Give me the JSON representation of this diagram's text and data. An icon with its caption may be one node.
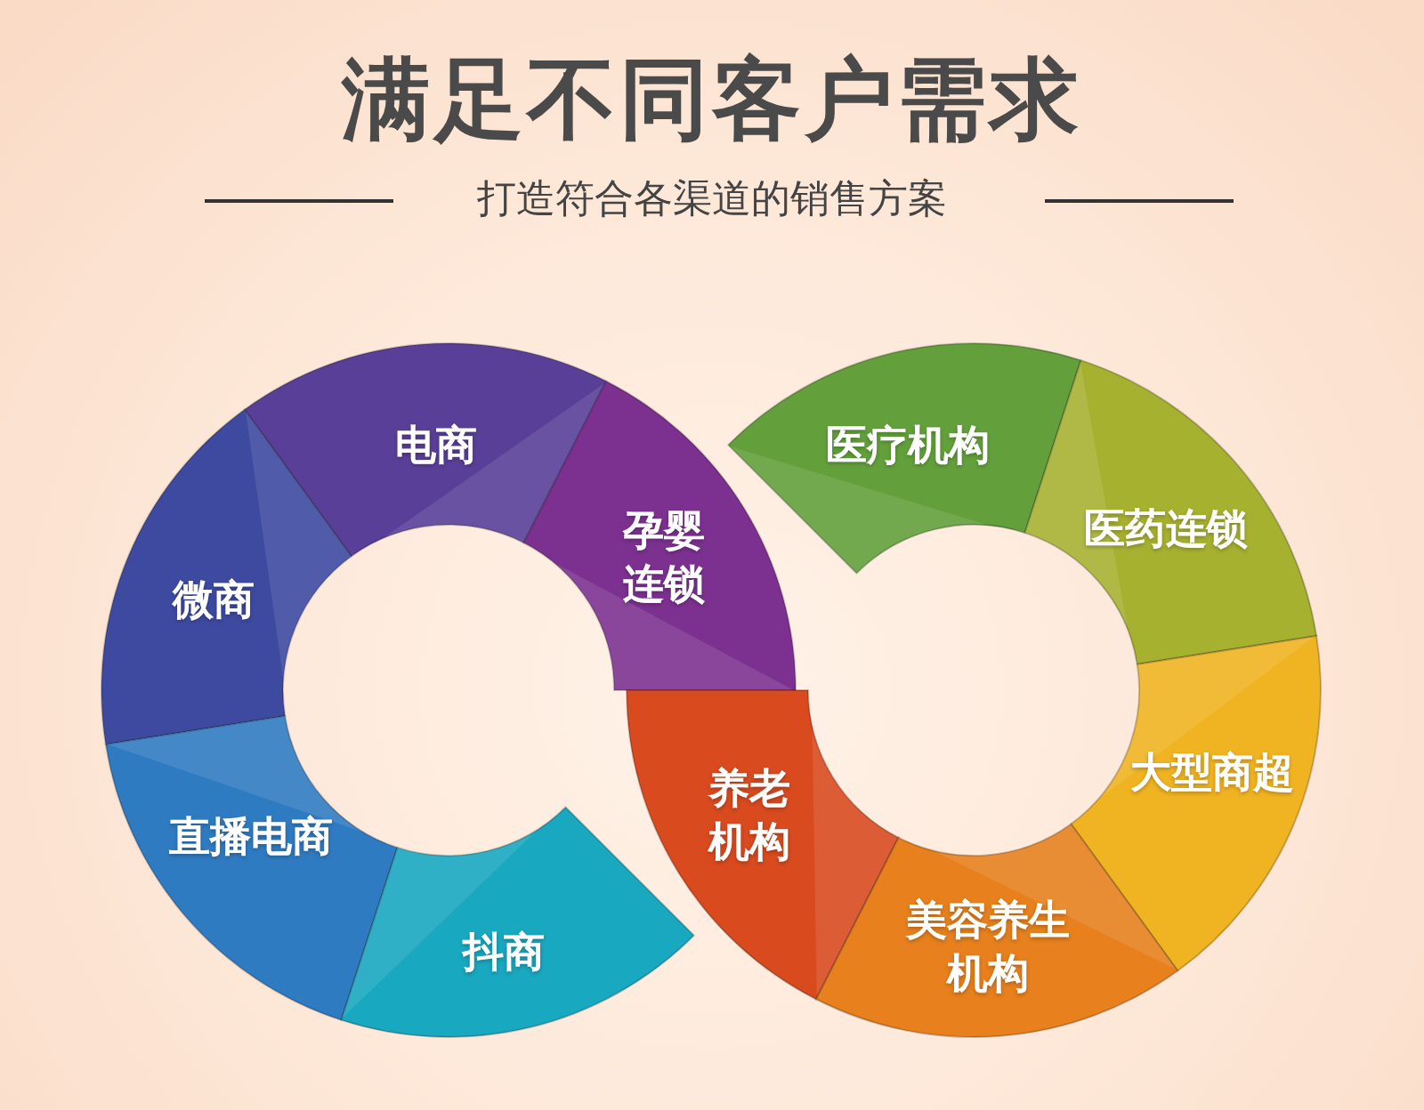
{
  "diagram": {
    "title": "满足不同客户需求",
    "nodes": [
      {
        "text": [
          "电商"
        ]
      },
      {
        "text": [
          "孕婴连锁"
        ]
      },
      {
        "text": [
          "微商"
        ]
      },
      {
        "text": [
          "直播电商"
        ]
      },
      {
        "text": [
          "抖商"
        ]
      },
      {
        "text": [
          "医疗机构"
        ]
      },
      {
        "text": [
          "医药连锁"
        ]
      },
      {
        "text": [
          "大型商超"
        ]
      },
      {
        "text": [
          "养老机构"
        ]
      },
      {
        "text": [
          "美容养生机构"
        ]
      }
    ],
    "labels": [
      "打造符合各渠道的销售方案"
    ]
  }
}
